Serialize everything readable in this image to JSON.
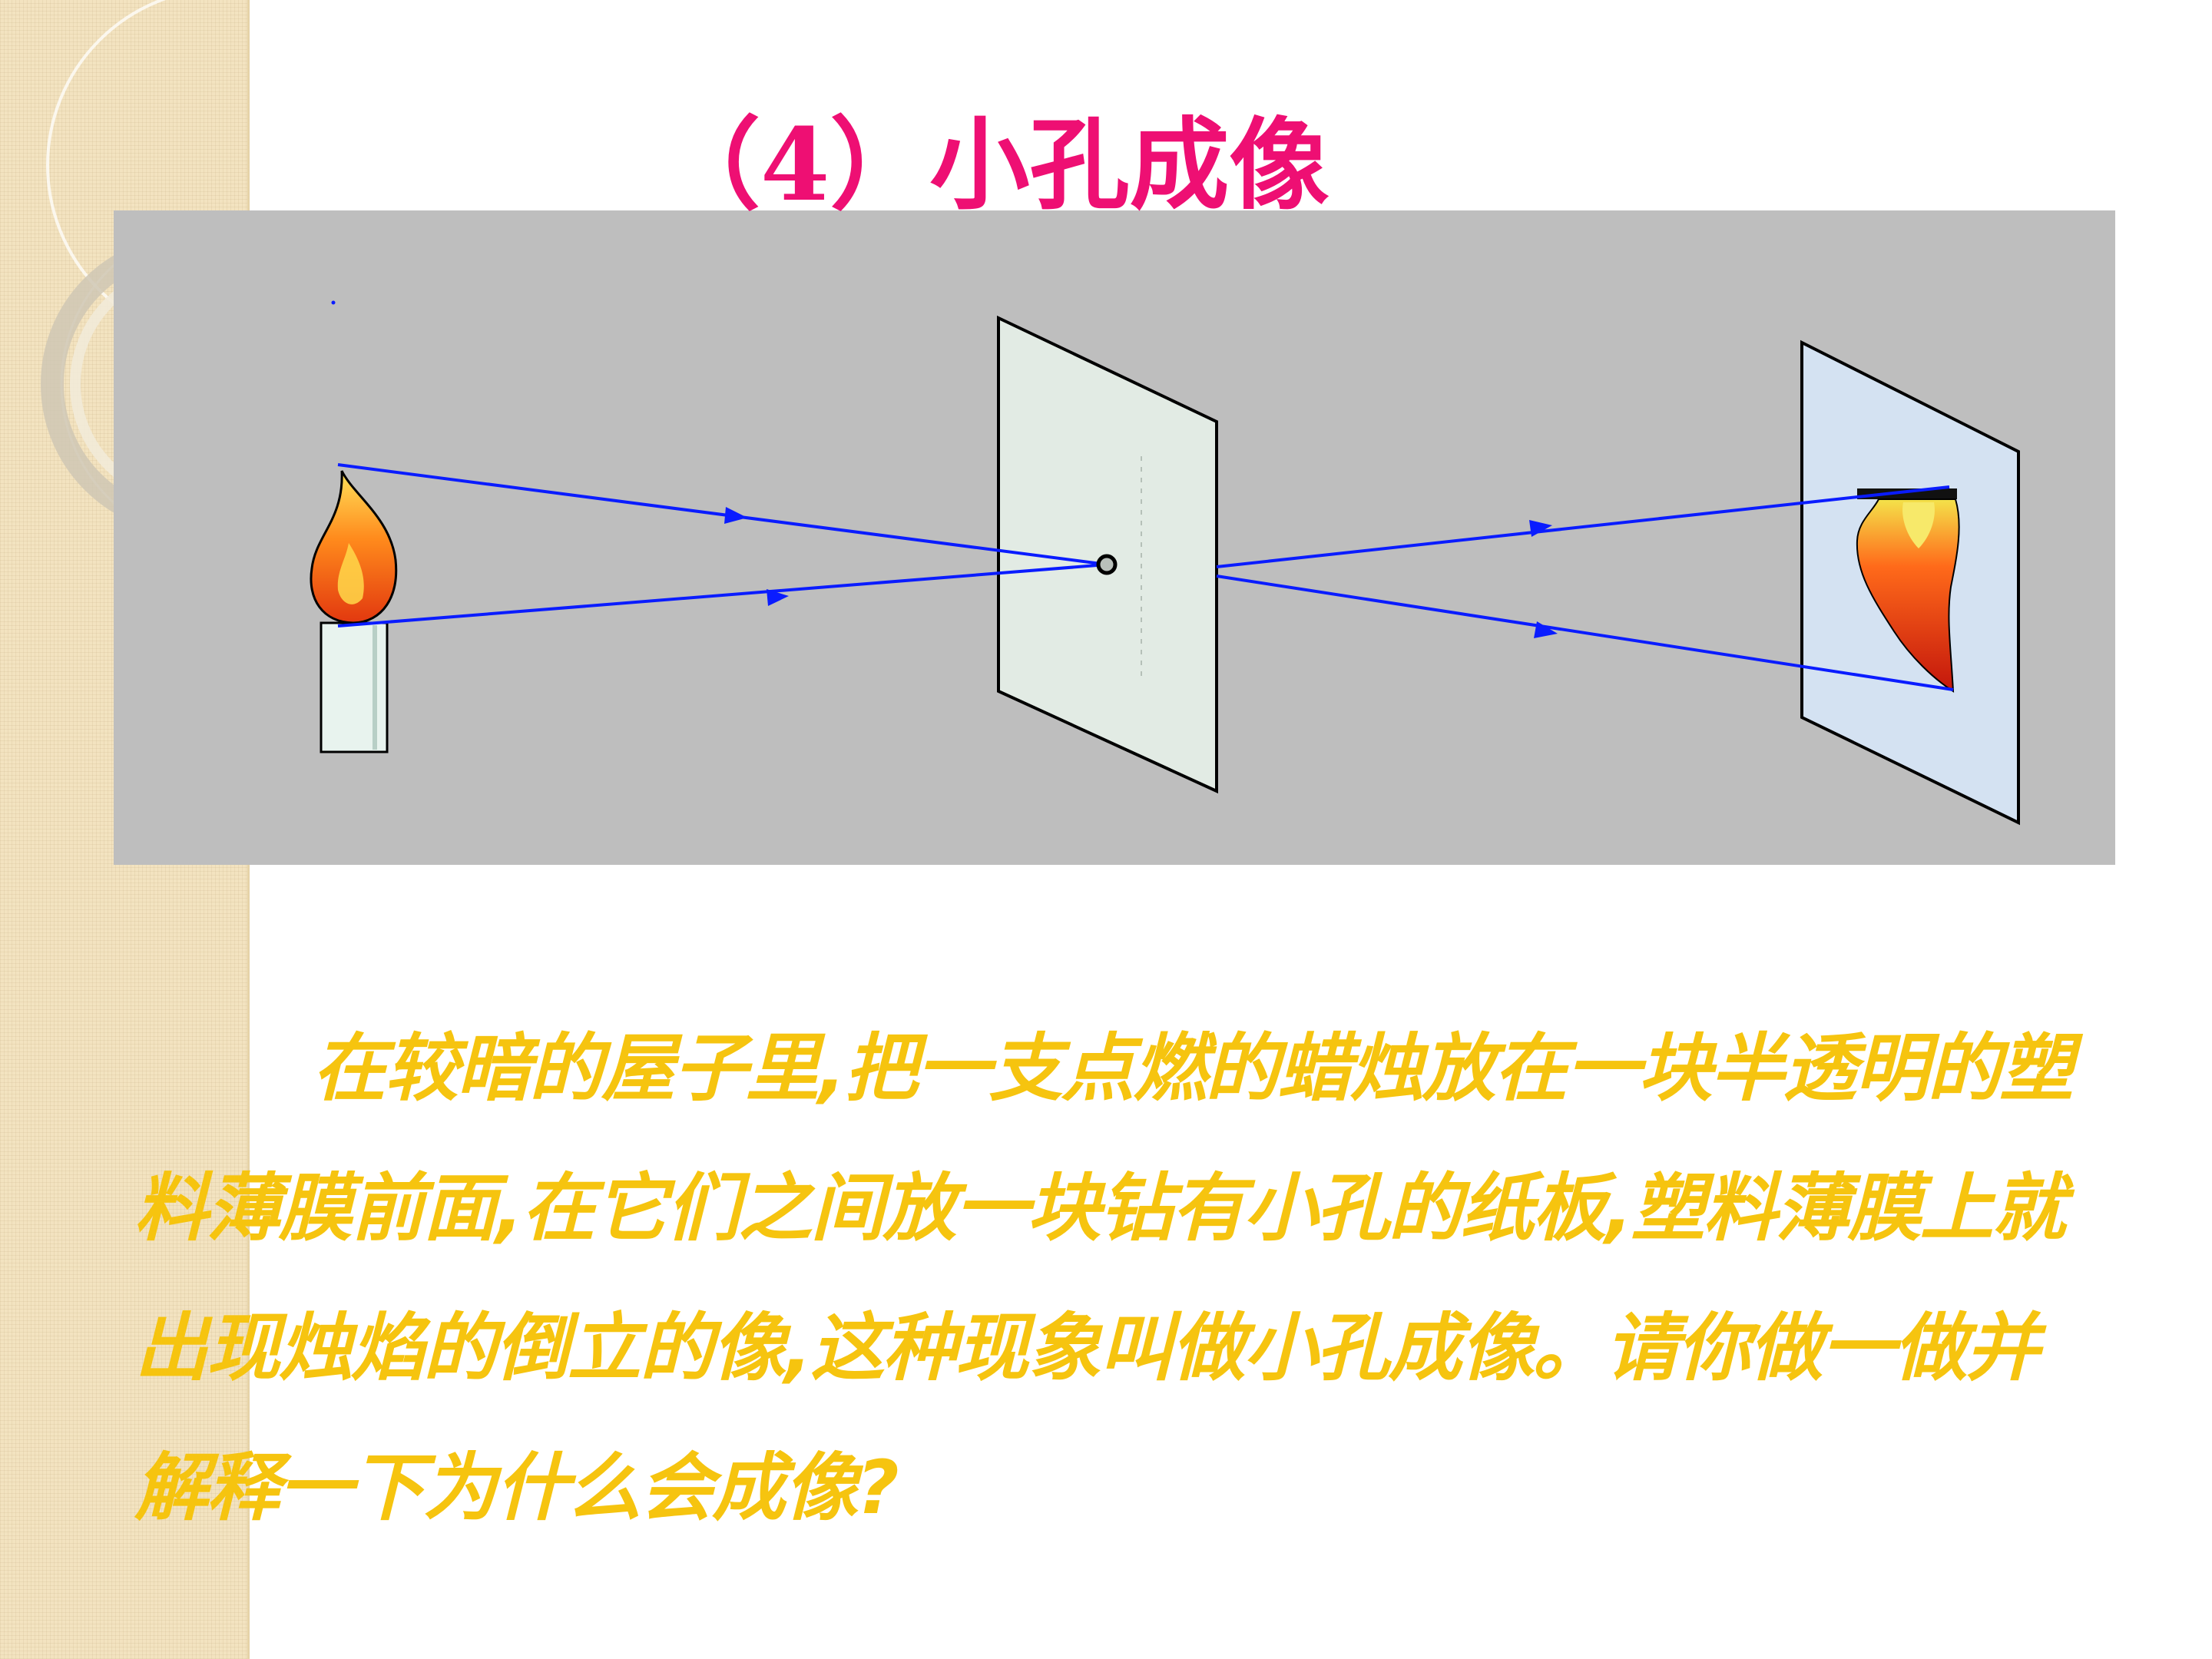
{
  "slide": {
    "title": "（4）小孔成像",
    "paragraph": "在较暗的屋子里,把一支点燃的蜡烛放在一块半透明的塑料薄膜前面,在它们之间放一块钻有小孔的纸板,塑料薄膜上就出现烛焰的倒立的像,这种现象叫做小孔成像。请你做一做并解释一下为什么会成像?"
  },
  "colors": {
    "title": "#ee0f73",
    "body_text": "#f6c40f",
    "diagram_background": "#bebebe",
    "light_ray": "#0a1cff",
    "pinhole_board": "#e2ebe4",
    "screen": "#d4e2f2",
    "sidebar": "#f3e3c0"
  },
  "diagram": {
    "objects": [
      "candle-flame",
      "pinhole-board",
      "translucent-screen",
      "inverted-image"
    ],
    "rays": 4,
    "image_orientation": "inverted"
  }
}
